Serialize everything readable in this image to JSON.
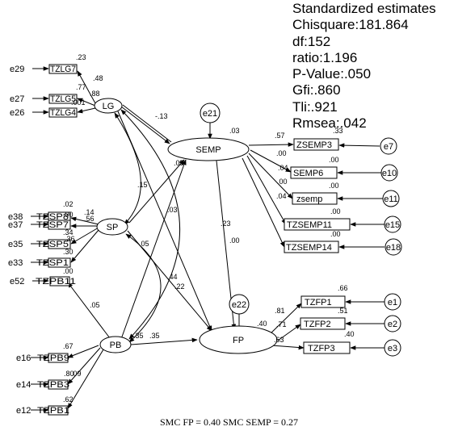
{
  "stats": {
    "title": "Standardized estimates",
    "lines": [
      "Chisquare:181.864",
      "df:152",
      "ratio:1.196",
      "P-Value:.050",
      "Gfi:.860",
      "Tli:.921",
      "Rmsea:.042"
    ]
  },
  "latents": {
    "LG": "LG",
    "SEMP": "SEMP",
    "SP": "SP",
    "PB": "PB",
    "FP": "FP"
  },
  "errors": {
    "e21": "e21",
    "e22": "e22",
    "e29": "e29",
    "e27": "e27",
    "e26": "e26",
    "e38": "e38",
    "e37": "e37",
    "e35": "e35",
    "e33": "e33",
    "e52": "e52",
    "e16": "e16",
    "e14": "e14",
    "e12": "e12",
    "e7": "e7",
    "e10": "e10",
    "e11": "e11",
    "e15": "e15",
    "e18": "e18",
    "e1": "e1",
    "e2": "e2",
    "e3": "e3"
  },
  "indicators": {
    "lg1": "TZLG7",
    "lg2": "TZLG5",
    "lg3": "TZLG4",
    "sp1": "TZSP8",
    "sp2": "TZSP7",
    "sp3": "TZSP5",
    "sp4": "TZSP1",
    "pb0": "TZPB11",
    "pb1": "TZPB9",
    "pb2": "TZPB3",
    "pb3": "TZPB1",
    "semp1": "ZSEMP3",
    "semp2": "SEMP6",
    "semp3": "zsemp",
    "semp4": "TZSEMP11",
    "semp5": "TZSEMP14",
    "fp1": "TZFP1",
    "fp2": "TZFP2",
    "fp3": "TZFP3"
  },
  "coefficients": {
    "lg_smc1": ".23",
    "lg_load1": ".48",
    "lg_smc2": ".77",
    "lg_load2": ".88",
    "lg_smc3": ".001",
    "lg_semp": "-.13",
    "semp_r2": ".03",
    "lg_sp_cov": ".15",
    "lg_pb_cov": ".03",
    "lg_fp": ".23",
    "semp_fp": ".00",
    "sp_semp": ".05",
    "sp_fp": ".05",
    "sp_pb_cov": ".44",
    "pb_fp_cov": ".22",
    "pb_semp": ".35",
    "pb_fp": ".35",
    "sp_a1": ".02",
    "sp_a2": ".14",
    "sp_a3": ".00",
    "sp_a4": ".56",
    "sp_a5": ".34",
    "sp_a6": ".36",
    "sp_a7": ".30",
    "sp_a8": ".00",
    "pb0_load": ".05",
    "pb_a1": ".67",
    "pb_a2": ".80",
    "pb_a3": ".09",
    "pb_a4": ".62",
    "semp_l1": ".57",
    "semp_s1": ".33",
    "semp_l2": ".00",
    "semp_l3": ".04",
    "semp_s2": ".00",
    "semp_l4": ".00",
    "semp_s3": ".00",
    "semp_l5": ".04",
    "semp_s4": ".00",
    "semp_s5": ".00",
    "fp_r2": ".40",
    "fp_l1": ".81",
    "fp_s1": ".66",
    "fp_l2": ".71",
    "fp_s2": ".51",
    "fp_l3": ".63",
    "fp_s3": ".40"
  },
  "caption": "SMC FP = 0.40   SMC SEMP = 0.27"
}
